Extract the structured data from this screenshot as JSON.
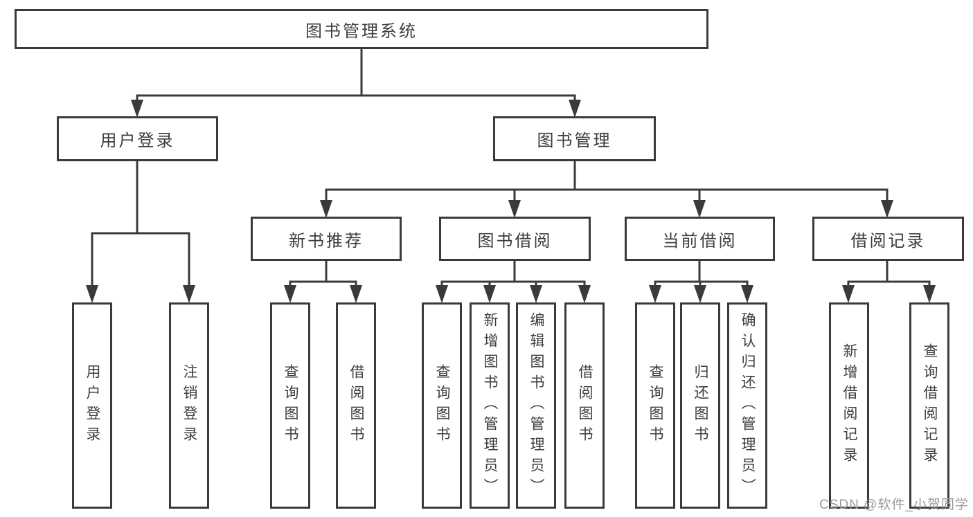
{
  "diagram": {
    "root": {
      "label": "图书管理系统"
    },
    "branches": {
      "user_login": {
        "label": "用户登录",
        "children": [
          "用户登录",
          "注销登录"
        ]
      },
      "book_management": {
        "label": "图书管理",
        "sections": {
          "new_book_recommend": {
            "label": "新书推荐",
            "children": [
              "查询图书",
              "借阅图书"
            ]
          },
          "book_borrowing": {
            "label": "图书借阅",
            "children": [
              "查询图书",
              "新增图书（管理员）",
              "编辑图书（管理员）",
              "借阅图书"
            ]
          },
          "current_borrowing": {
            "label": "当前借阅",
            "children": [
              "查询图书",
              "归还图书",
              "确认归还（管理员）"
            ]
          },
          "borrowing_records": {
            "label": "借阅记录",
            "children": [
              "新增借阅记录",
              "查询借阅记录"
            ]
          }
        }
      }
    }
  },
  "watermark": {
    "text": "CSDN @软件_小贺同学"
  },
  "colors": {
    "line": "#3a3a3a",
    "node_border": "#3a3a3a",
    "node_text": "#3d3d3d",
    "watermark_text": "#9a9a9a",
    "background": "#ffffff"
  }
}
